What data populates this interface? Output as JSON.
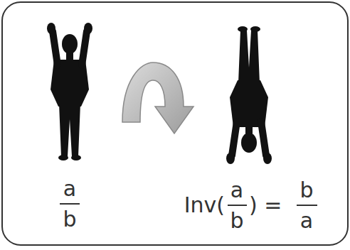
{
  "diagram": {
    "labels": [
      "a",
      "b",
      "Inv(",
      "a",
      "b",
      ") =",
      "b",
      "a"
    ]
  }
}
